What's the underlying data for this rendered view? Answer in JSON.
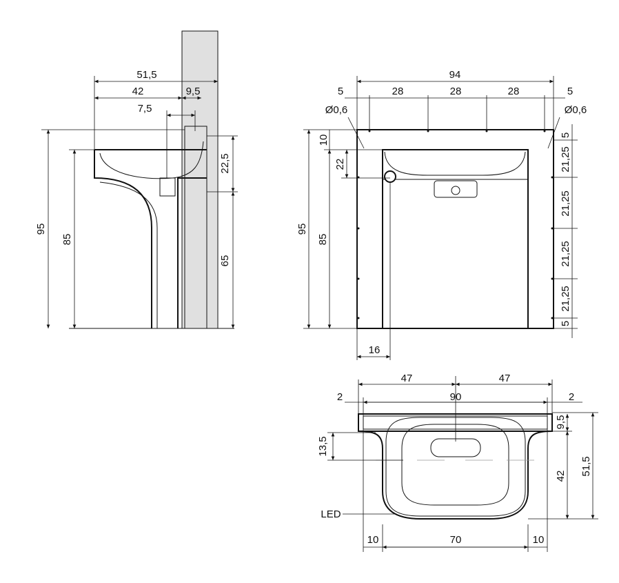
{
  "side_view": {
    "width_total": "51,5",
    "basin_depth": "42",
    "wall_offset": "9,5",
    "drain_offset": "7,5",
    "upper_height": "22,5",
    "total_height": "95",
    "rim_height": "85",
    "lower_height": "65"
  },
  "front_view": {
    "total_width": "94",
    "margin_left": "5",
    "spacing_1": "28",
    "spacing_2": "28",
    "spacing_3": "28",
    "margin_right": "5",
    "hole_left": "Ø0,6",
    "hole_right": "Ø0,6",
    "top_offset": "10",
    "hole_drop": "22",
    "total_height": "95",
    "rim_height": "85",
    "v_top": "5",
    "v_1": "21,25",
    "v_2": "21,25",
    "v_3": "21,25",
    "v_4": "21,25",
    "v_bottom": "5",
    "side_thickness": "16"
  },
  "top_view": {
    "half_left": "47",
    "half_right": "47",
    "inner_width": "90",
    "edge_left": "2",
    "edge_right": "2",
    "back_depth": "9,5",
    "basin_depth": "42",
    "total_depth": "51,5",
    "drain_offset": "13,5",
    "led_label": "LED",
    "side_left": "10",
    "center_width": "70",
    "side_right": "10"
  }
}
